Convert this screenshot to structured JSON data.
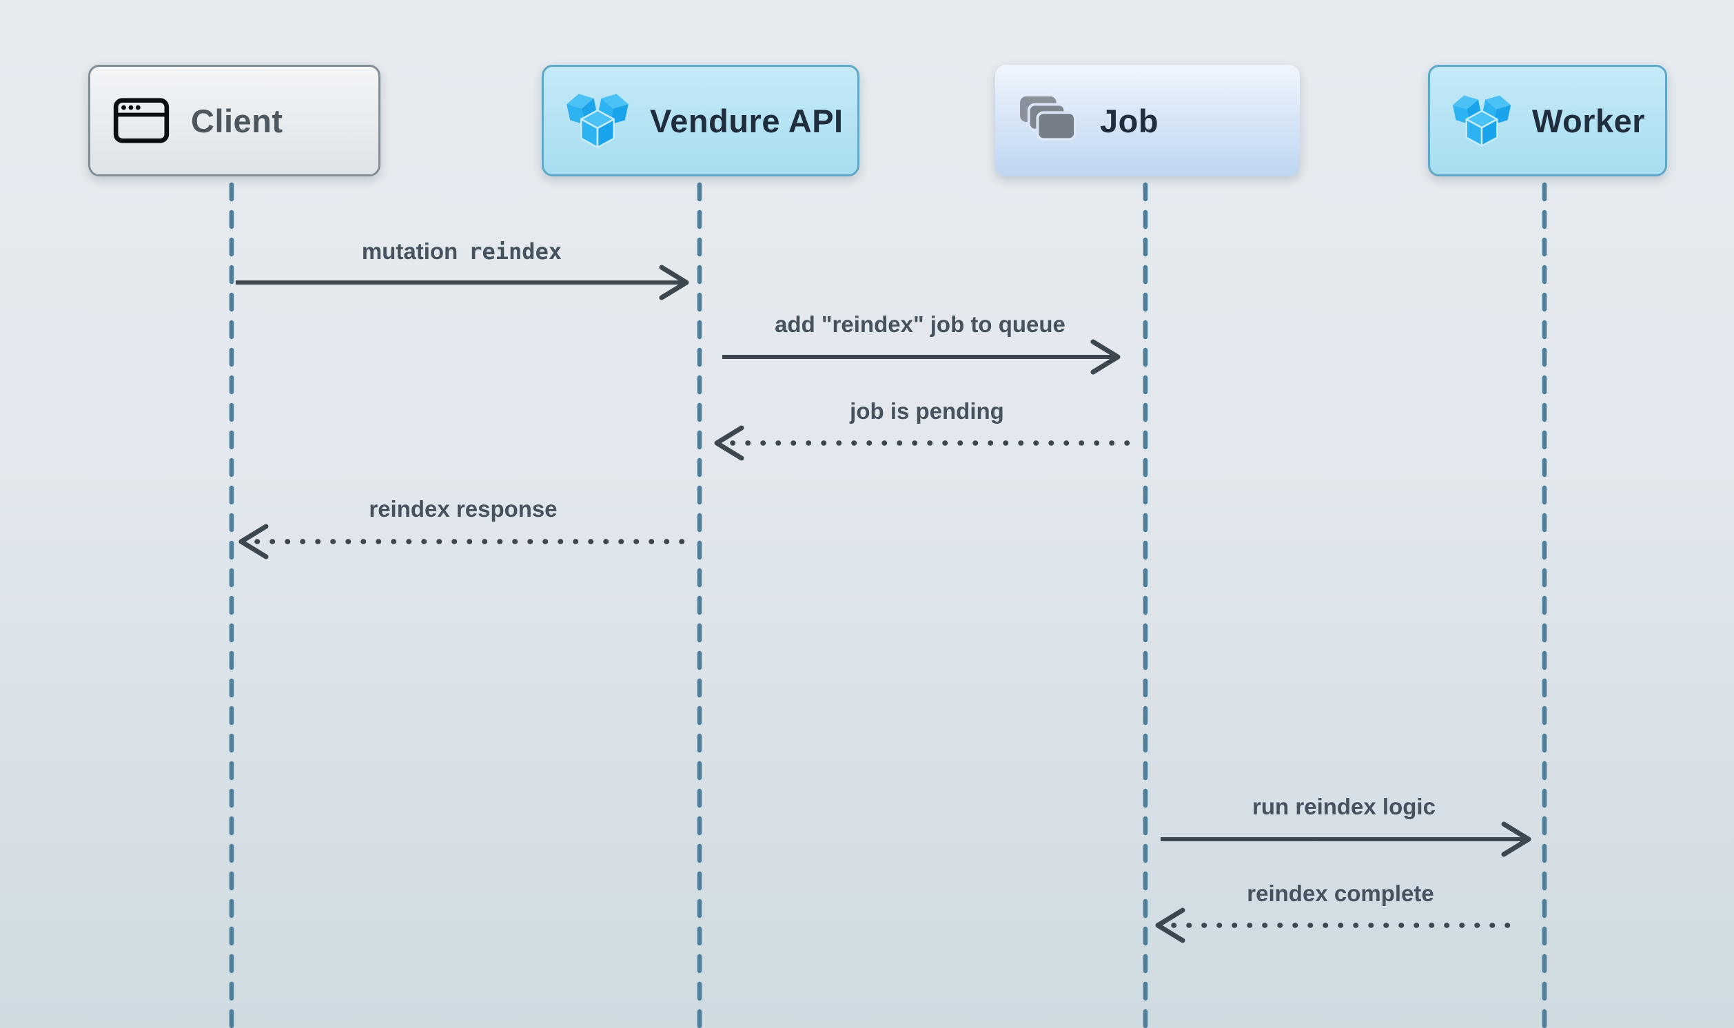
{
  "diagram": {
    "type": "sequence-diagram",
    "participants": [
      {
        "id": "client",
        "label": "Client",
        "icon": "browser-window-icon",
        "style": "gray"
      },
      {
        "id": "vendure-api",
        "label": "Vendure API",
        "icon": "vendure-cubes-icon",
        "style": "blue"
      },
      {
        "id": "job",
        "label": "Job",
        "icon": "stacked-cards-icon",
        "style": "light-blue"
      },
      {
        "id": "worker",
        "label": "Worker",
        "icon": "vendure-cubes-icon",
        "style": "blue"
      }
    ],
    "messages": [
      {
        "from": "client",
        "to": "vendure-api",
        "label": "mutation",
        "code": "reindex",
        "line": "solid",
        "direction": "right"
      },
      {
        "from": "vendure-api",
        "to": "job",
        "label": "add \"reindex\" job to queue",
        "line": "solid",
        "direction": "right"
      },
      {
        "from": "job",
        "to": "vendure-api",
        "label": "job is pending",
        "line": "dotted",
        "direction": "left"
      },
      {
        "from": "vendure-api",
        "to": "client",
        "label": "reindex response",
        "line": "dotted",
        "direction": "left"
      },
      {
        "from": "job",
        "to": "worker",
        "label": "run reindex logic",
        "line": "solid",
        "direction": "right"
      },
      {
        "from": "worker",
        "to": "job",
        "label": "reindex complete",
        "line": "dotted",
        "direction": "left"
      }
    ],
    "colors": {
      "background_top": "#e6ebf0",
      "background_bottom": "#cfdae1",
      "lifeline": "#4d7f9a",
      "arrow": "#3d4750",
      "message_label": "#46525e",
      "participant_text": "#1f2d3d",
      "client_text": "#4d5760",
      "client_border": "#828d96",
      "blue_box_border": "#5fa8c8",
      "blue_box_top": "#c4eaf7",
      "blue_box_bottom": "#a7ddf0",
      "job_box_top": "#eff5fd",
      "job_box_bottom": "#bed6f0",
      "vendure_blue": "#2bb1f0",
      "job_icon_gray": "#7b838d"
    }
  }
}
